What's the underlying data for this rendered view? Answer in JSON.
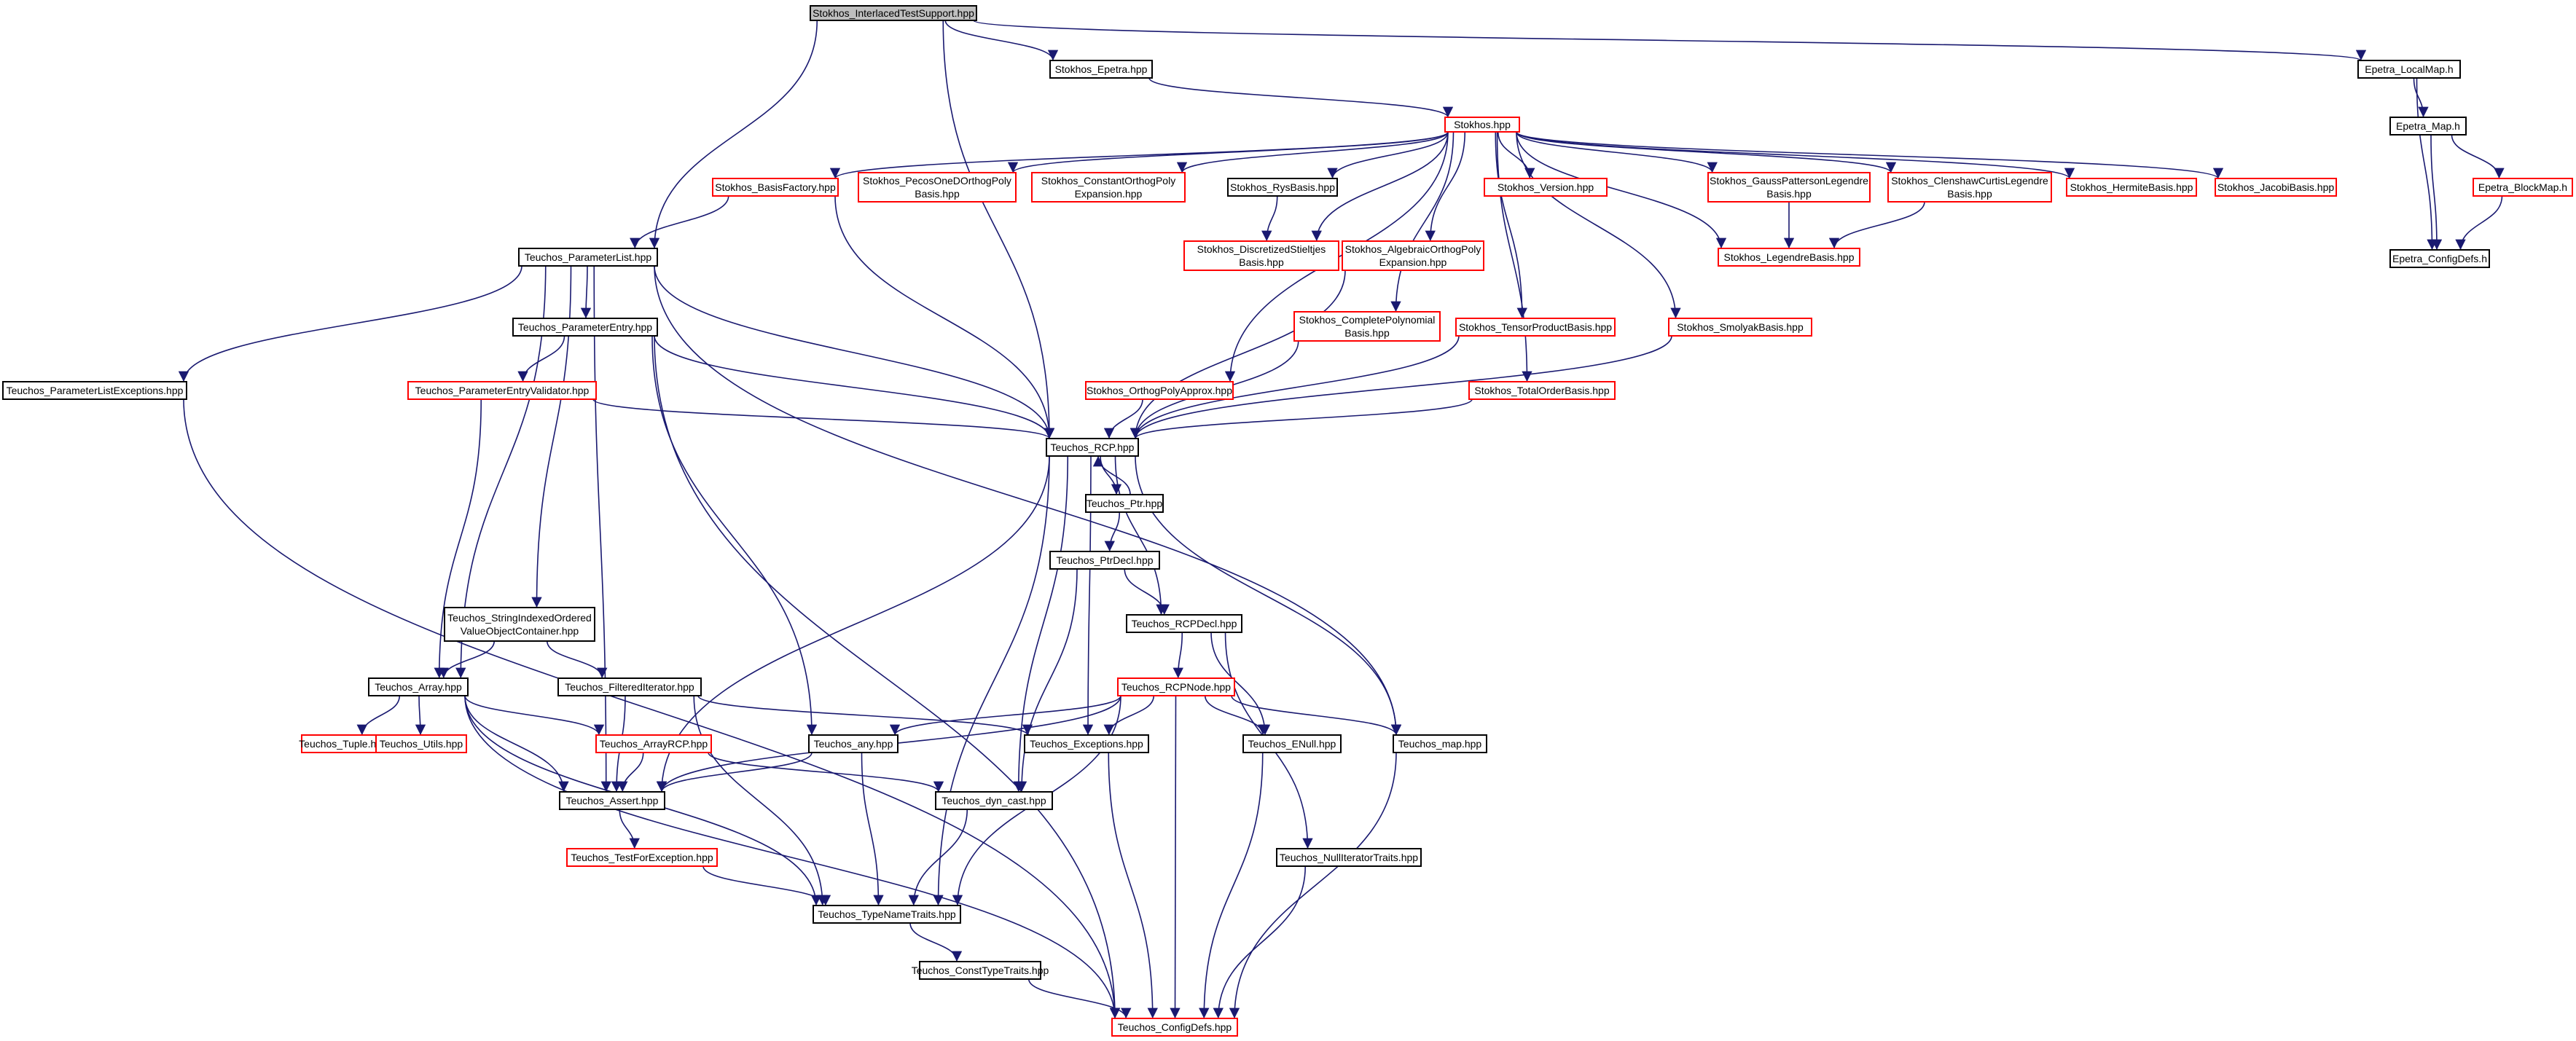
{
  "colors": {
    "edge": "#191970",
    "node_border": "#000000",
    "node_border_red": "#ff0000",
    "root_fill": "#bfbfbf",
    "node_fill": "#ffffff"
  },
  "nodes": [
    {
      "id": "root",
      "lines": [
        "Stokhos_InterlacedTestSupport.hpp"
      ],
      "style": "root"
    },
    {
      "id": "epetra_stk",
      "lines": [
        "Stokhos_Epetra.hpp"
      ],
      "style": "black"
    },
    {
      "id": "epetra_localmap",
      "lines": [
        "Epetra_LocalMap.h"
      ],
      "style": "black"
    },
    {
      "id": "epetra_map",
      "lines": [
        "Epetra_Map.h"
      ],
      "style": "black"
    },
    {
      "id": "epetra_blockmap",
      "lines": [
        "Epetra_BlockMap.h"
      ],
      "style": "red"
    },
    {
      "id": "epetra_configdefs",
      "lines": [
        "Epetra_ConfigDefs.h"
      ],
      "style": "black"
    },
    {
      "id": "stokhos",
      "lines": [
        "Stokhos.hpp"
      ],
      "style": "red"
    },
    {
      "id": "basisfactory",
      "lines": [
        "Stokhos_BasisFactory.hpp"
      ],
      "style": "red"
    },
    {
      "id": "pecos",
      "lines": [
        "Stokhos_PecosOneDOrthogPoly",
        "Basis.hpp"
      ],
      "style": "red"
    },
    {
      "id": "constorth",
      "lines": [
        "Stokhos_ConstantOrthogPoly",
        "Expansion.hpp"
      ],
      "style": "red"
    },
    {
      "id": "rys",
      "lines": [
        "Stokhos_RysBasis.hpp"
      ],
      "style": "black"
    },
    {
      "id": "discstiel",
      "lines": [
        "Stokhos_DiscretizedStieltjes",
        "Basis.hpp"
      ],
      "style": "red"
    },
    {
      "id": "algorth",
      "lines": [
        "Stokhos_AlgebraicOrthogPoly",
        "Expansion.hpp"
      ],
      "style": "red"
    },
    {
      "id": "version",
      "lines": [
        "Stokhos_Version.hpp"
      ],
      "style": "red"
    },
    {
      "id": "gausspat",
      "lines": [
        "Stokhos_GaussPattersonLegendre",
        "Basis.hpp"
      ],
      "style": "red"
    },
    {
      "id": "clenshaw",
      "lines": [
        "Stokhos_ClenshawCurtisLegendre",
        "Basis.hpp"
      ],
      "style": "red"
    },
    {
      "id": "hermite",
      "lines": [
        "Stokhos_HermiteBasis.hpp"
      ],
      "style": "red"
    },
    {
      "id": "jacobi",
      "lines": [
        "Stokhos_JacobiBasis.hpp"
      ],
      "style": "red"
    },
    {
      "id": "legendre",
      "lines": [
        "Stokhos_LegendreBasis.hpp"
      ],
      "style": "red"
    },
    {
      "id": "paramlist",
      "lines": [
        "Teuchos_ParameterList.hpp"
      ],
      "style": "black"
    },
    {
      "id": "complpoly",
      "lines": [
        "Stokhos_CompletePolynomial",
        "Basis.hpp"
      ],
      "style": "red"
    },
    {
      "id": "tensorprod",
      "lines": [
        "Stokhos_TensorProductBasis.hpp"
      ],
      "style": "red"
    },
    {
      "id": "smolyak",
      "lines": [
        "Stokhos_SmolyakBasis.hpp"
      ],
      "style": "red"
    },
    {
      "id": "paramlistexc",
      "lines": [
        "Teuchos_ParameterListExceptions.hpp"
      ],
      "style": "black"
    },
    {
      "id": "paramentry",
      "lines": [
        "Teuchos_ParameterEntry.hpp"
      ],
      "style": "black"
    },
    {
      "id": "paramentryval",
      "lines": [
        "Teuchos_ParameterEntryValidator.hpp"
      ],
      "style": "red"
    },
    {
      "id": "orthapprox",
      "lines": [
        "Stokhos_OrthogPolyApprox.hpp"
      ],
      "style": "red"
    },
    {
      "id": "totalorder",
      "lines": [
        "Stokhos_TotalOrderBasis.hpp"
      ],
      "style": "red"
    },
    {
      "id": "rcp",
      "lines": [
        "Teuchos_RCP.hpp"
      ],
      "style": "black"
    },
    {
      "id": "ptr",
      "lines": [
        "Teuchos_Ptr.hpp"
      ],
      "style": "black"
    },
    {
      "id": "ptrdecl",
      "lines": [
        "Teuchos_PtrDecl.hpp"
      ],
      "style": "black"
    },
    {
      "id": "rcpdecl",
      "lines": [
        "Teuchos_RCPDecl.hpp"
      ],
      "style": "black"
    },
    {
      "id": "stringindexed",
      "lines": [
        "Teuchos_StringIndexedOrdered",
        "ValueObjectContainer.hpp"
      ],
      "style": "black"
    },
    {
      "id": "array",
      "lines": [
        "Teuchos_Array.hpp"
      ],
      "style": "black"
    },
    {
      "id": "filterediter",
      "lines": [
        "Teuchos_FilteredIterator.hpp"
      ],
      "style": "black"
    },
    {
      "id": "rcpnode",
      "lines": [
        "Teuchos_RCPNode.hpp"
      ],
      "style": "red"
    },
    {
      "id": "tuple",
      "lines": [
        "Teuchos_Tuple.hpp"
      ],
      "style": "red"
    },
    {
      "id": "utils",
      "lines": [
        "Teuchos_Utils.hpp"
      ],
      "style": "red"
    },
    {
      "id": "arrayrcp",
      "lines": [
        "Teuchos_ArrayRCP.hpp"
      ],
      "style": "red"
    },
    {
      "id": "any",
      "lines": [
        "Teuchos_any.hpp"
      ],
      "style": "black"
    },
    {
      "id": "exceptions",
      "lines": [
        "Teuchos_Exceptions.hpp"
      ],
      "style": "black"
    },
    {
      "id": "enull",
      "lines": [
        "Teuchos_ENull.hpp"
      ],
      "style": "black"
    },
    {
      "id": "map",
      "lines": [
        "Teuchos_map.hpp"
      ],
      "style": "black"
    },
    {
      "id": "assert",
      "lines": [
        "Teuchos_Assert.hpp"
      ],
      "style": "black"
    },
    {
      "id": "dyncast",
      "lines": [
        "Teuchos_dyn_cast.hpp"
      ],
      "style": "black"
    },
    {
      "id": "testforexc",
      "lines": [
        "Teuchos_TestForException.hpp"
      ],
      "style": "red"
    },
    {
      "id": "nulliter",
      "lines": [
        "Teuchos_NullIteratorTraits.hpp"
      ],
      "style": "black"
    },
    {
      "id": "typename",
      "lines": [
        "Teuchos_TypeNameTraits.hpp"
      ],
      "style": "black"
    },
    {
      "id": "consttype",
      "lines": [
        "Teuchos_ConstTypeTraits.hpp"
      ],
      "style": "black"
    },
    {
      "id": "configdefs",
      "lines": [
        "Teuchos_ConfigDefs.hpp"
      ],
      "style": "red"
    }
  ],
  "edges": [
    [
      "root",
      "epetra_stk"
    ],
    [
      "root",
      "epetra_localmap"
    ],
    [
      "root",
      "paramlist"
    ],
    [
      "root",
      "rcp"
    ],
    [
      "epetra_localmap",
      "epetra_map"
    ],
    [
      "epetra_localmap",
      "epetra_configdefs"
    ],
    [
      "epetra_map",
      "epetra_blockmap"
    ],
    [
      "epetra_map",
      "epetra_configdefs"
    ],
    [
      "epetra_blockmap",
      "epetra_configdefs"
    ],
    [
      "epetra_stk",
      "stokhos"
    ],
    [
      "stokhos",
      "basisfactory"
    ],
    [
      "stokhos",
      "pecos"
    ],
    [
      "stokhos",
      "constorth"
    ],
    [
      "stokhos",
      "rys"
    ],
    [
      "stokhos",
      "discstiel"
    ],
    [
      "stokhos",
      "algorth"
    ],
    [
      "stokhos",
      "version"
    ],
    [
      "stokhos",
      "gausspat"
    ],
    [
      "stokhos",
      "clenshaw"
    ],
    [
      "stokhos",
      "hermite"
    ],
    [
      "stokhos",
      "jacobi"
    ],
    [
      "stokhos",
      "legendre"
    ],
    [
      "stokhos",
      "complpoly"
    ],
    [
      "stokhos",
      "tensorprod"
    ],
    [
      "stokhos",
      "smolyak"
    ],
    [
      "stokhos",
      "orthapprox"
    ],
    [
      "stokhos",
      "totalorder"
    ],
    [
      "rys",
      "discstiel"
    ],
    [
      "gausspat",
      "legendre"
    ],
    [
      "clenshaw",
      "legendre"
    ],
    [
      "basisfactory",
      "paramlist"
    ],
    [
      "basisfactory",
      "rcp"
    ],
    [
      "algorth",
      "rcp"
    ],
    [
      "complpoly",
      "rcp"
    ],
    [
      "tensorprod",
      "rcp"
    ],
    [
      "smolyak",
      "rcp"
    ],
    [
      "orthapprox",
      "rcp"
    ],
    [
      "totalorder",
      "rcp"
    ],
    [
      "paramlist",
      "paramlistexc"
    ],
    [
      "paramlist",
      "paramentry"
    ],
    [
      "paramlist",
      "rcp"
    ],
    [
      "paramlist",
      "map"
    ],
    [
      "paramlist",
      "stringindexed"
    ],
    [
      "paramlist",
      "array"
    ],
    [
      "paramlist",
      "assert"
    ],
    [
      "paramlistexc",
      "configdefs"
    ],
    [
      "paramentry",
      "paramentryval"
    ],
    [
      "paramentry",
      "rcp"
    ],
    [
      "paramentry",
      "any"
    ],
    [
      "paramentry",
      "configdefs"
    ],
    [
      "paramentryval",
      "rcp"
    ],
    [
      "paramentryval",
      "array"
    ],
    [
      "rcp",
      "ptr"
    ],
    [
      "ptr",
      "rcp"
    ],
    [
      "rcp",
      "rcpdecl"
    ],
    [
      "rcp",
      "exceptions"
    ],
    [
      "rcp",
      "dyncast"
    ],
    [
      "rcp",
      "map"
    ],
    [
      "rcp",
      "assert"
    ],
    [
      "rcp",
      "typename"
    ],
    [
      "ptr",
      "ptrdecl"
    ],
    [
      "ptrdecl",
      "rcpdecl"
    ],
    [
      "ptrdecl",
      "dyncast"
    ],
    [
      "rcpdecl",
      "rcpnode"
    ],
    [
      "rcpdecl",
      "enull"
    ],
    [
      "rcpdecl",
      "nulliter"
    ],
    [
      "rcpnode",
      "any"
    ],
    [
      "rcpnode",
      "exceptions"
    ],
    [
      "rcpnode",
      "enull"
    ],
    [
      "rcpnode",
      "map"
    ],
    [
      "rcpnode",
      "assert"
    ],
    [
      "rcpnode",
      "typename"
    ],
    [
      "rcpnode",
      "configdefs"
    ],
    [
      "stringindexed",
      "array"
    ],
    [
      "stringindexed",
      "filterediter"
    ],
    [
      "array",
      "tuple"
    ],
    [
      "array",
      "utils"
    ],
    [
      "array",
      "arrayrcp"
    ],
    [
      "array",
      "assert"
    ],
    [
      "array",
      "typename"
    ],
    [
      "array",
      "configdefs"
    ],
    [
      "filterediter",
      "assert"
    ],
    [
      "filterediter",
      "typename"
    ],
    [
      "filterediter",
      "exceptions"
    ],
    [
      "arrayrcp",
      "assert"
    ],
    [
      "arrayrcp",
      "dyncast"
    ],
    [
      "any",
      "assert"
    ],
    [
      "any",
      "typename"
    ],
    [
      "assert",
      "testforexc"
    ],
    [
      "testforexc",
      "typename"
    ],
    [
      "dyncast",
      "typename"
    ],
    [
      "exceptions",
      "configdefs"
    ],
    [
      "enull",
      "configdefs"
    ],
    [
      "map",
      "configdefs"
    ],
    [
      "nulliter",
      "configdefs"
    ],
    [
      "typename",
      "consttype"
    ],
    [
      "consttype",
      "configdefs"
    ]
  ]
}
